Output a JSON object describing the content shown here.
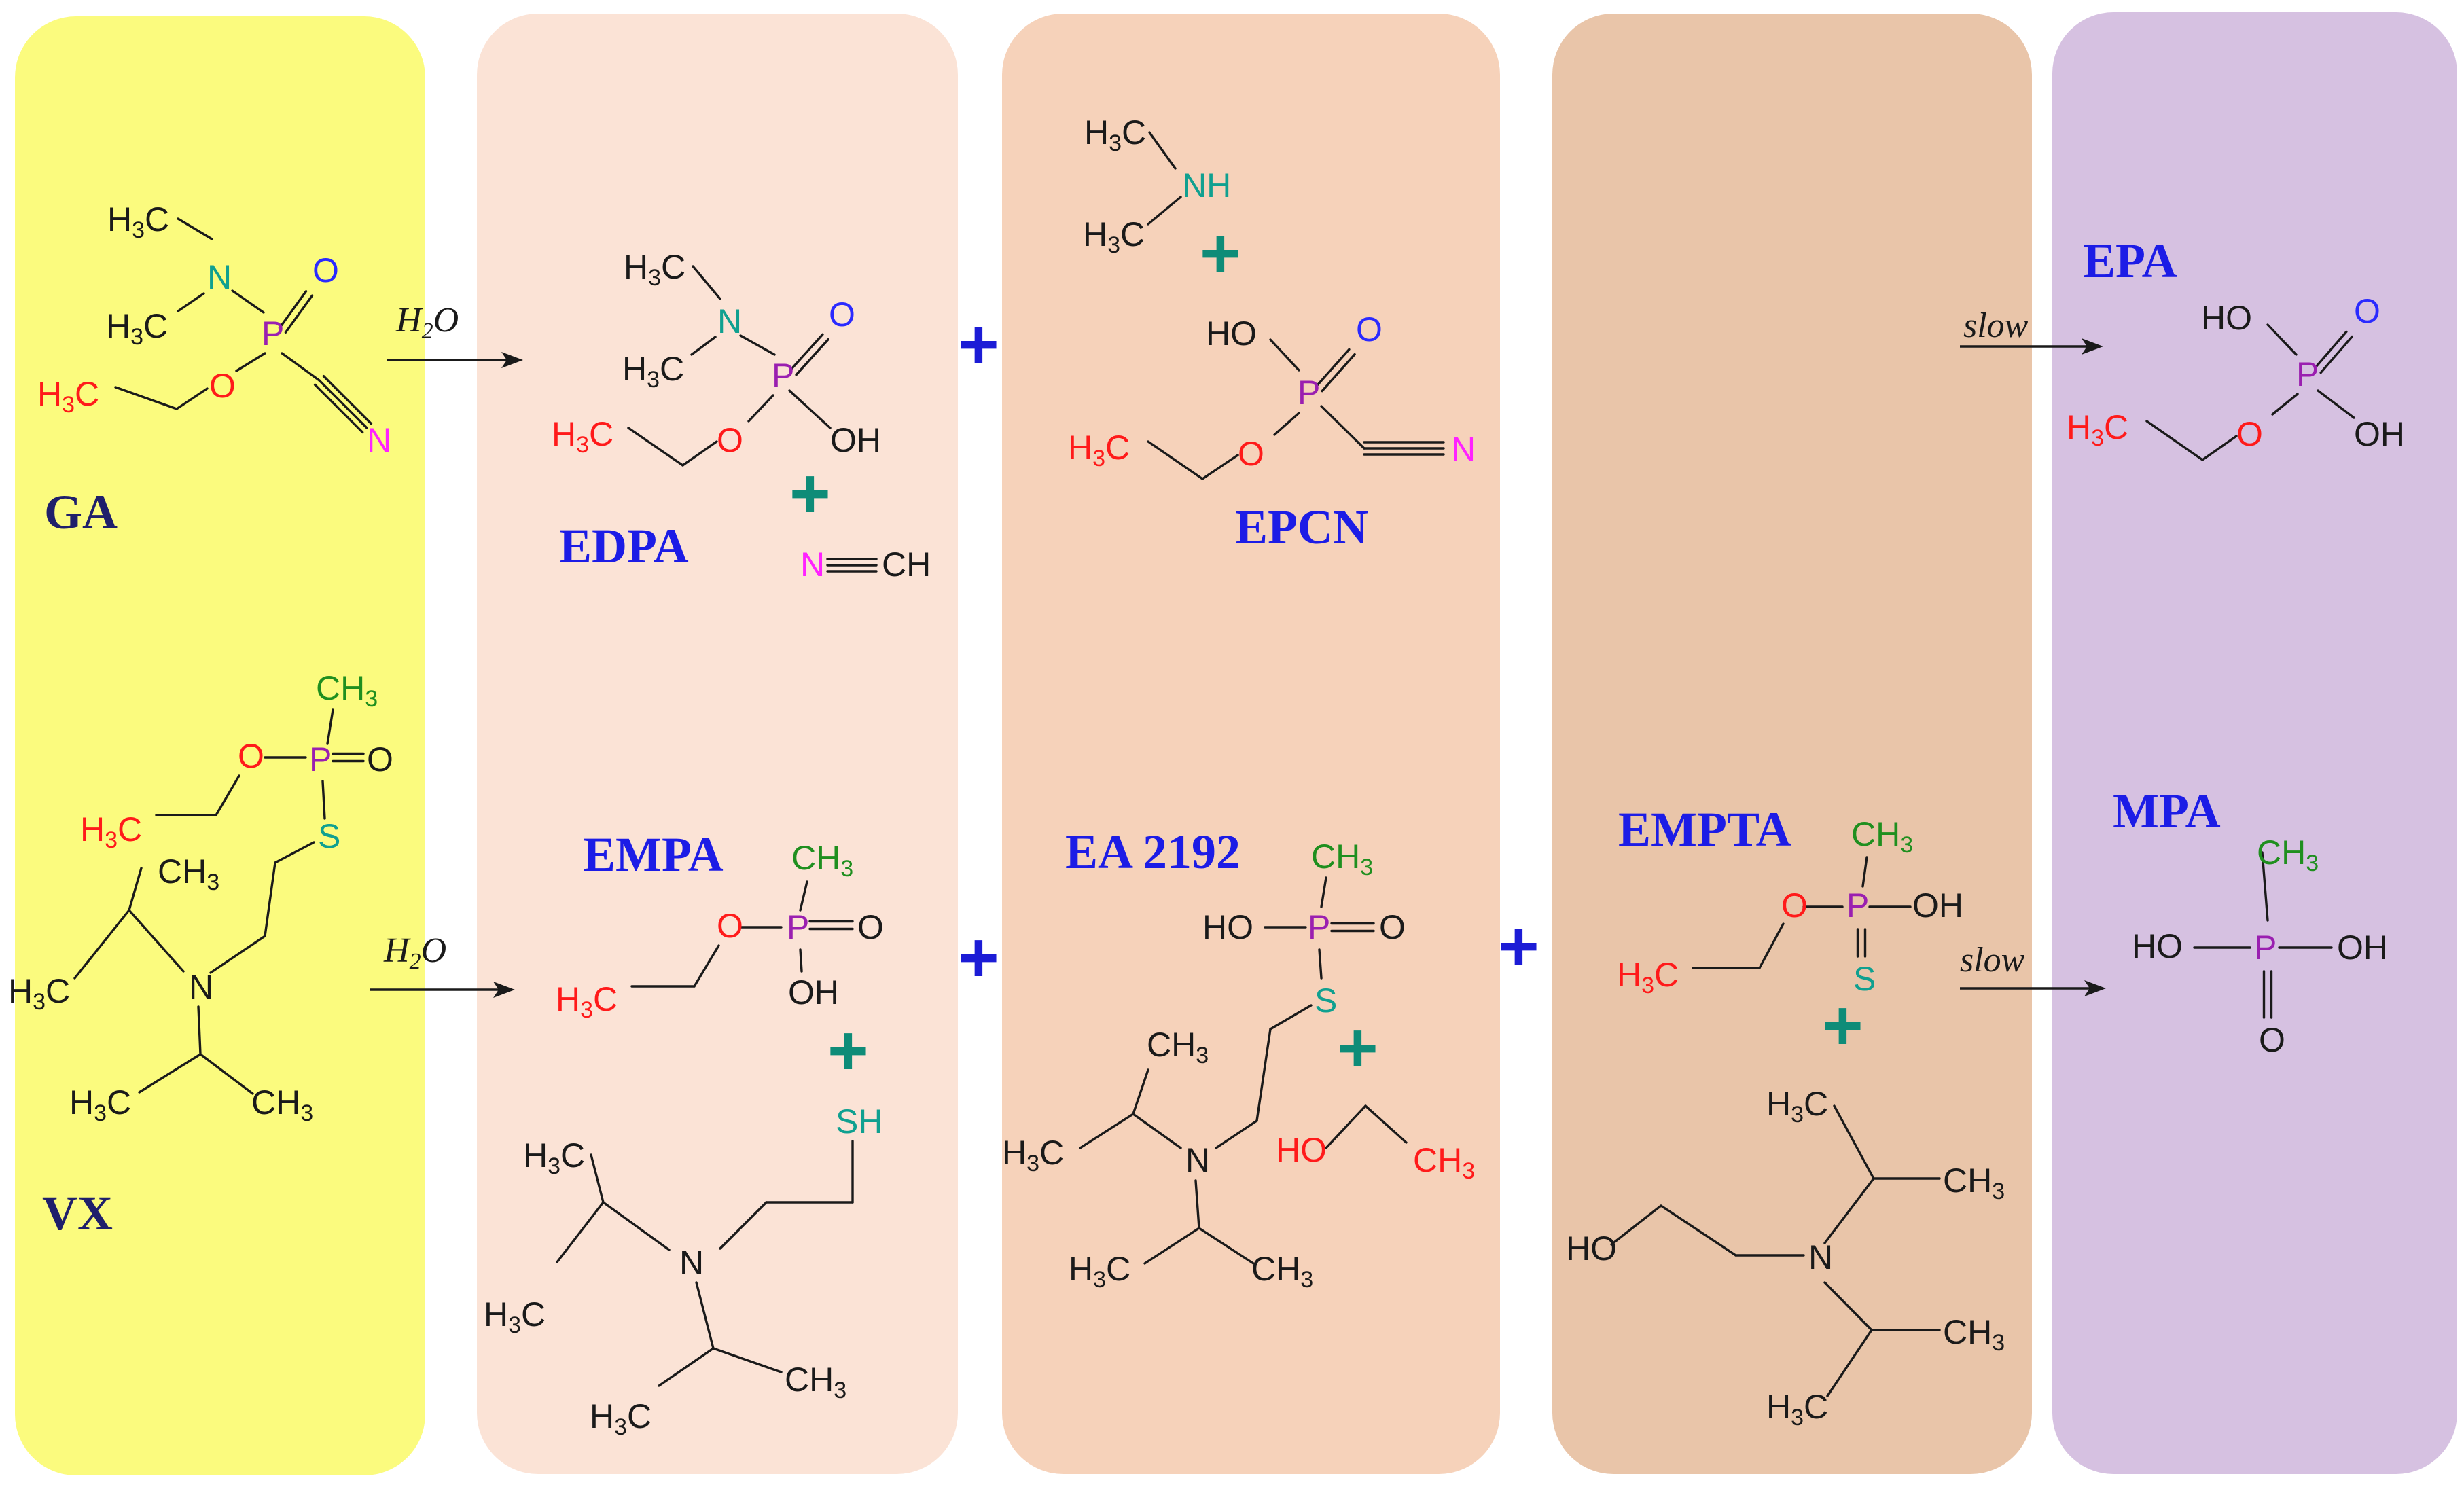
{
  "colors": {
    "panel1": "#fbfb7e",
    "panel2": "#fbe3d6",
    "panel3": "#f6d2ba",
    "panel4": "#e9c5a9",
    "panel5": "#d6c1e1",
    "label_blue": "#1c1ce6",
    "label_navy": "#1f1f6b",
    "plus_blue": "#1c1cd6",
    "plus_teal": "#0e8c78",
    "red": "#ff1a1a",
    "magenta": "#ff22ff",
    "teal": "#10a090",
    "purple": "#9a1fb0",
    "green": "#1f8f1f",
    "blue": "#2a2aff",
    "black": "#1a1a1a"
  },
  "labels": {
    "ga": "GA",
    "vx": "VX",
    "edpa": "EDPA",
    "epcn": "EPCN",
    "epa": "EPA",
    "empa": "EMPA",
    "ea2192": "EA 2192",
    "empta": "EMPTA",
    "mpa": "MPA"
  },
  "conditions": {
    "water": "H2O",
    "slow": "slow"
  },
  "atoms": {
    "h3c": "H3C",
    "ch3": "CH3",
    "n": "N",
    "o": "O",
    "p": "P",
    "s": "S",
    "oh": "OH",
    "ho": "HO",
    "nh": "NH",
    "sh": "SH",
    "ch": "CH"
  }
}
